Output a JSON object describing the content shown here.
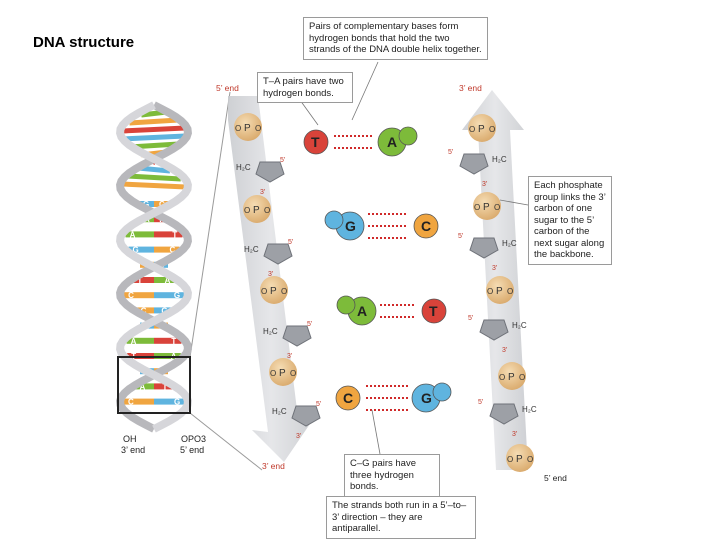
{
  "title": "DNA structure",
  "callouts": {
    "complementary": "Pairs of complementary bases form hydrogen bonds that hold the two strands of the DNA double helix together.",
    "ta_pairs": "T–A pairs have two hydrogen bonds.",
    "phosphate": "Each phosphate group links the 3’ carbon of one sugar to the 5’ carbon of the next sugar along the backbone.",
    "cg_pairs": "C–G pairs have three hydrogen bonds.",
    "antiparallel": "The strands both run in a 5’–to–3’ direction – they are antiparallel."
  },
  "strand_ends": {
    "left_top": "5’ end",
    "right_top": "3’ end",
    "left_bottom": "3’ end",
    "right_bottom": "5’ end"
  },
  "helix_ends": {
    "left_group": "OH",
    "left_end": "3’ end",
    "right_group": "OPO3",
    "right_end": "5’ end"
  },
  "helix_pairs": [
    [
      "G",
      "C"
    ],
    [
      "A",
      "T"
    ],
    [
      "A",
      "T"
    ],
    [
      "G",
      "C"
    ],
    [
      "C",
      "G"
    ],
    [
      "T",
      "A"
    ],
    [
      "C",
      "G"
    ],
    [
      "C",
      "G"
    ],
    [
      "G",
      "C"
    ],
    [
      "A",
      "T"
    ],
    [
      "T",
      "A"
    ],
    [
      "G",
      "C"
    ],
    [
      "A",
      "T"
    ],
    [
      "C",
      "G"
    ]
  ],
  "base_pairs": [
    {
      "left": "T",
      "right": "A",
      "left_color": "#d9433a",
      "right_color": "#7dbb3a"
    },
    {
      "left": "G",
      "right": "C",
      "left_color": "#5fb4df",
      "right_color": "#f0a540"
    },
    {
      "left": "A",
      "right": "T",
      "left_color": "#7dbb3a",
      "right_color": "#d9433a"
    },
    {
      "left": "C",
      "right": "G",
      "left_color": "#f0a540",
      "right_color": "#5fb4df"
    }
  ],
  "atoms": {
    "phosphate": "P",
    "oxygen": "O",
    "carbon": "C",
    "sugar_carbon": "H₂C",
    "five_prime": "5’",
    "three_prime": "3’"
  }
}
